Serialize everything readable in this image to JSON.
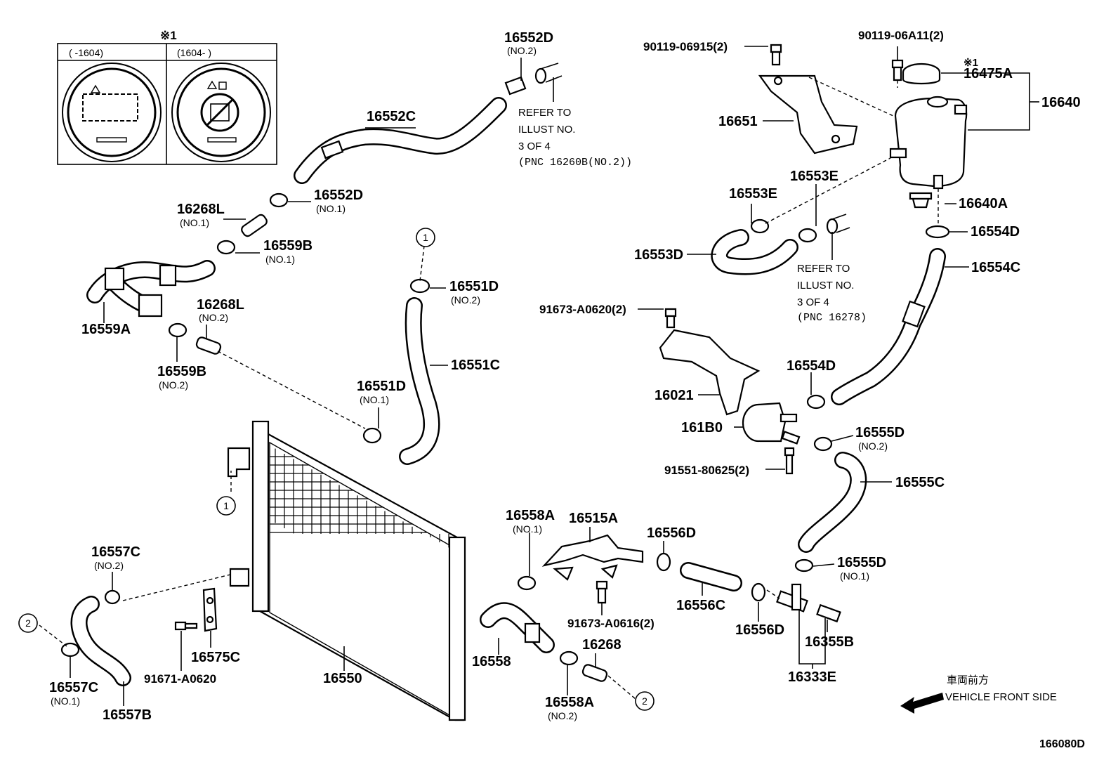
{
  "labels": {
    "p16552D_no2": "16552D",
    "p16552D_no2_sub": "(NO.2)",
    "p16552C": "16552C",
    "p16552D_no1": "16552D",
    "p16552D_no1_sub": "(NO.1)",
    "p16268L_no1": "16268L",
    "p16268L_no1_sub": "(NO.1)",
    "p16559B_no1": "16559B",
    "p16559B_no1_sub": "(NO.1)",
    "p16559A": "16559A",
    "p16268L_no2": "16268L",
    "p16268L_no2_sub": "(NO.2)",
    "p16559B_no2": "16559B",
    "p16559B_no2_sub": "(NO.2)",
    "p16551D_no2": "16551D",
    "p16551D_no2_sub": "(NO.2)",
    "p16551C": "16551C",
    "p16551D_no1": "16551D",
    "p16551D_no1_sub": "(NO.1)",
    "p90119_06915": "90119-06915(2)",
    "p90119_06A11": "90119-06A11(2)",
    "p16475A": "16475A",
    "p16640": "16640",
    "p16651": "16651",
    "p16553E_a": "16553E",
    "p16553E_b": "16553E",
    "p16553D": "16553D",
    "p16640A": "16640A",
    "p16554D_top": "16554D",
    "p16554C": "16554C",
    "p91673_A0620": "91673-A0620(2)",
    "p16021": "16021",
    "p16554D_mid": "16554D",
    "p161B0": "161B0",
    "p16555D_no2": "16555D",
    "p16555D_no2_sub": "(NO.2)",
    "p91551_80625": "91551-80625(2)",
    "p16555C": "16555C",
    "p16558A_no1": "16558A",
    "p16558A_no1_sub": "(NO.1)",
    "p16515A": "16515A",
    "p16556D_a": "16556D",
    "p16555D_no1": "16555D",
    "p16555D_no1_sub": "(NO.1)",
    "p16557C_no2": "16557C",
    "p16557C_no2_sub": "(NO.2)",
    "p16556C": "16556C",
    "p91673_A0616": "91673-A0616(2)",
    "p16268": "16268",
    "p16556D_b": "16556D",
    "p16355B": "16355B",
    "p16558": "16558",
    "p16333E": "16333E",
    "p16575C": "16575C",
    "p91671_A0620": "91671-A0620",
    "p16550": "16550",
    "p16557C_no1": "16557C",
    "p16557C_no1_sub": "(NO.1)",
    "p16557B": "16557B",
    "p16558A_no2": "16558A",
    "p16558A_no2_sub": "(NO.2)"
  },
  "refer_notes": {
    "upper": [
      "REFER TO",
      "ILLUST NO.",
      "3 OF 4",
      "(PNC 16260B(NO.2))"
    ],
    "lower": [
      "REFER TO",
      "ILLUST NO.",
      "3 OF 4",
      "(PNC 16278)"
    ]
  },
  "inset": {
    "note_mark": "※1",
    "left_header": "(     -1604)",
    "right_header": "(1604-     )"
  },
  "note_mark_cap": "※1",
  "circle_refs": {
    "one": "1",
    "two": "2"
  },
  "direction": {
    "japanese": "車両前方",
    "english": "VEHICLE FRONT SIDE"
  },
  "illustration_id": "166080D"
}
